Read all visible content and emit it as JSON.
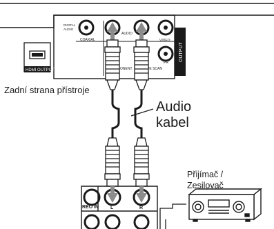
{
  "labels": {
    "rear_panel": "Zadní strana přístroje",
    "cable_line1": "Audio",
    "cable_line2": "kabel",
    "receiver_line1": "Přijímač /",
    "receiver_line2": "Zesilovač"
  },
  "device_panel": {
    "digital_audio": "DIGITAL AUDIO",
    "coaxial": "COAXIAL",
    "audio": "AUDIO",
    "video": "VIDEO",
    "pr": "PR",
    "components": "ONENT",
    "progressive_scan": "RESSIVE SCAN",
    "output": "OUTPUT",
    "hdmi_output": "HDMI OUTPUT"
  },
  "receiver_panel": {
    "stereo_in": "REO IN",
    "left": "L",
    "right": "R"
  },
  "colors": {
    "line": "#1a1a1a",
    "connector_white": "#ffffff",
    "arrow_gray": "#8c8c8c",
    "panel_dark": "#1a1a1a"
  }
}
